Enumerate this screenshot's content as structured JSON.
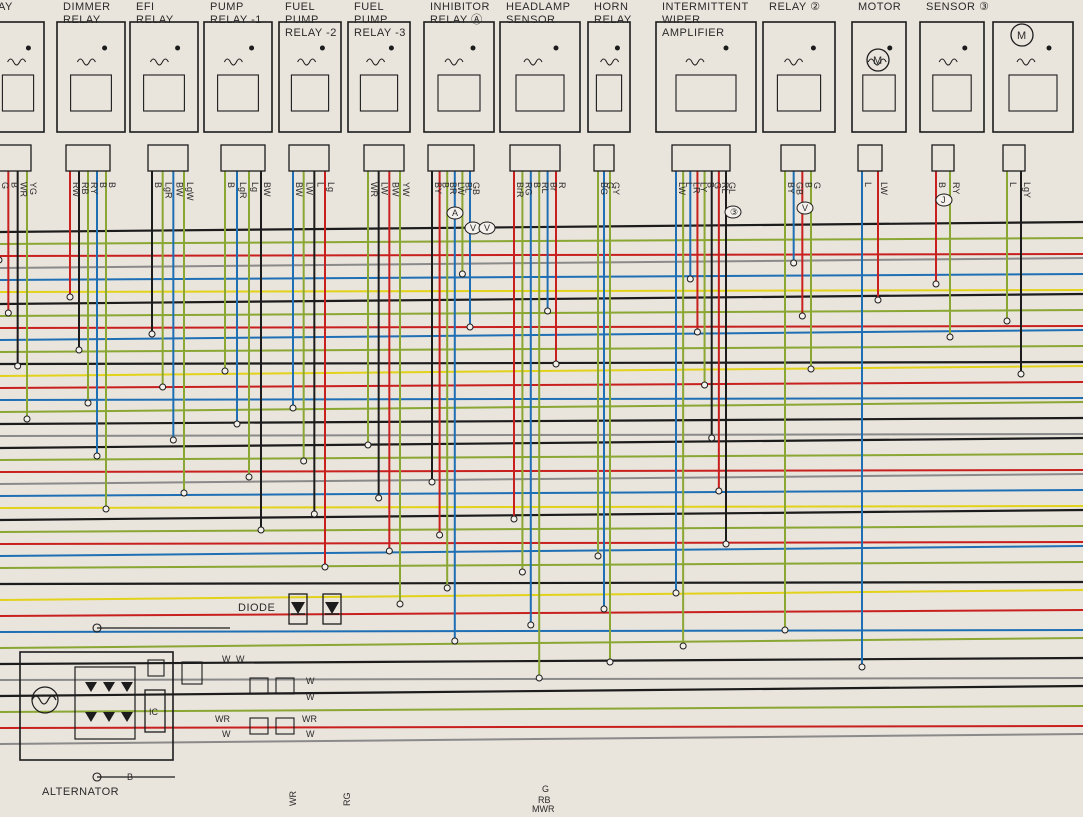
{
  "colors": {
    "paper": "#e9e4dc",
    "black": "#1c1c1c",
    "red": "#c8201f",
    "blue": "#1f6fb5",
    "green": "#8aa633",
    "yellow": "#e2d21a",
    "gray": "#8a8a8a"
  },
  "components": [
    {
      "id": "relay-partial",
      "lines": [
        "AY"
      ]
    },
    {
      "id": "dimmer-relay",
      "lines": [
        "DIMMER",
        "RELAY"
      ]
    },
    {
      "id": "efi-relay",
      "lines": [
        "EFI",
        "RELAY"
      ]
    },
    {
      "id": "pump-relay-1",
      "lines": [
        "PUMP",
        "RELAY -1"
      ]
    },
    {
      "id": "fuel-pump-relay-2",
      "lines": [
        "FUEL",
        "PUMP",
        "RELAY -2"
      ]
    },
    {
      "id": "fuel-pump-relay-3",
      "lines": [
        "FUEL",
        "PUMP",
        "RELAY -3"
      ]
    },
    {
      "id": "inhibitor-relay",
      "lines": [
        "INHIBITOR",
        "RELAY Ⓐ"
      ]
    },
    {
      "id": "headlamp-sensor",
      "lines": [
        "HEADLAMP",
        "SENSOR"
      ]
    },
    {
      "id": "horn-relay",
      "lines": [
        "HORN",
        "RELAY"
      ]
    },
    {
      "id": "intermittent-wiper-amplifier",
      "lines": [
        "INTERMITTENT",
        "WIPER",
        "AMPLIFIER"
      ]
    },
    {
      "id": "relay-right",
      "lines": [
        "RELAY ②"
      ]
    },
    {
      "id": "motor",
      "lines": [
        "MOTOR"
      ]
    },
    {
      "id": "sensor",
      "lines": [
        "SENSOR ③"
      ]
    }
  ],
  "wire_codes": {
    "relay-partial": [
      "G",
      "B",
      "WR",
      "YG"
    ],
    "dimmer-relay": [
      "RW",
      "RB",
      "RY",
      "B",
      "B"
    ],
    "efi-relay": [
      "B",
      "LgR",
      "BW",
      "LgW"
    ],
    "pump-relay-1": [
      "B",
      "LgR",
      "Lg",
      "BW"
    ],
    "fuel-pump-relay-2": [
      "BW",
      "LW",
      "L",
      "Lg"
    ],
    "fuel-pump-relay-3": [
      "WR",
      "LW",
      "BW",
      "YW"
    ],
    "inhibitor-relay": [
      "BY",
      "B",
      "BR",
      "LW",
      "BL",
      "GB"
    ],
    "headlamp-sensor": [
      "BrR",
      "RG",
      "B",
      "RL",
      "Br",
      "R"
    ],
    "horn-relay": [
      "BG",
      "G",
      "GY"
    ],
    "intermittent-wiper-amplifier": [
      "LW",
      "L",
      "LR",
      "LY",
      "B",
      "G",
      "RL",
      "GL"
    ],
    "relay-right": [
      "BY",
      "GB",
      "B",
      "G"
    ],
    "motor": [
      "L",
      "LW"
    ],
    "sensor": [
      "B",
      "RY"
    ],
    "far-right": [
      "L",
      "LgY"
    ]
  },
  "diode_label": "DIODE",
  "alternator_label": "ALTERNATOR",
  "ic_label": "IC",
  "alternator_wires": [
    "W",
    "W",
    "WR",
    "W",
    "B"
  ],
  "aux_wire_labels": [
    "W",
    "W",
    "WR",
    "W"
  ],
  "bottom_labels": [
    "G",
    "RB",
    "MWR",
    "WR",
    "RG"
  ],
  "connector_marks": [
    "A",
    "V",
    "V",
    "V",
    "J",
    "③"
  ]
}
